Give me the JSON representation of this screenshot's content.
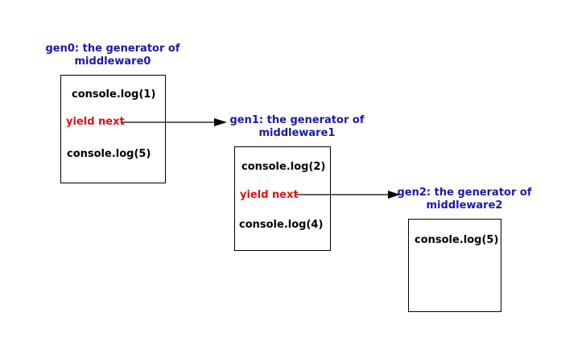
{
  "gen0": {
    "title_line1": "gen0: the generator of",
    "title_line2": "middleware0",
    "lines": [
      "console.log(1)",
      "yield next",
      "console.log(5)"
    ]
  },
  "gen1": {
    "title_line1": "gen1: the generator of",
    "title_line2": "middleware1",
    "lines": [
      "console.log(2)",
      "yield next",
      "console.log(4)"
    ]
  },
  "gen2": {
    "title_line1": "gen2: the generator of",
    "title_line2": "middleware2",
    "lines": [
      "console.log(5)"
    ]
  },
  "colors": {
    "title": "#1a1aa6",
    "yield": "#e01010",
    "code": "#000000",
    "arrow": "#000000"
  }
}
